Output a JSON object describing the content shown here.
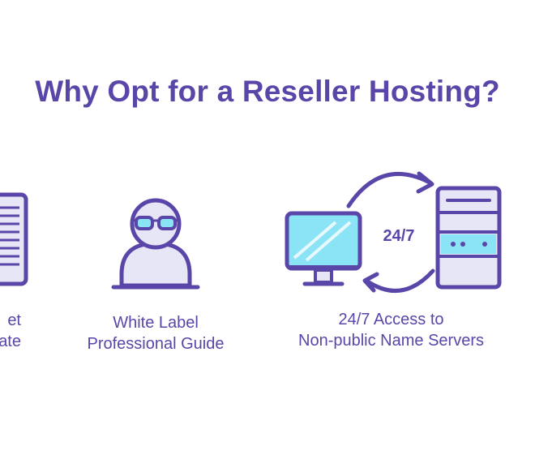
{
  "title": "Why Opt for a Reseller Hosting?",
  "features": [
    {
      "line1": "et",
      "line2": "ate",
      "icon": "document-icon"
    },
    {
      "line1": "White Label",
      "line2": "Professional Guide",
      "icon": "person-sunglasses-icon"
    },
    {
      "line1": "24/7 Access to",
      "line2": "Non-public Name Servers",
      "icon": "monitor-server-sync-icon",
      "badge": "24/7"
    }
  ],
  "colors": {
    "primary": "#5a46a8",
    "accent_light": "#8be4f5",
    "fill_light": "#e6e6f6"
  }
}
